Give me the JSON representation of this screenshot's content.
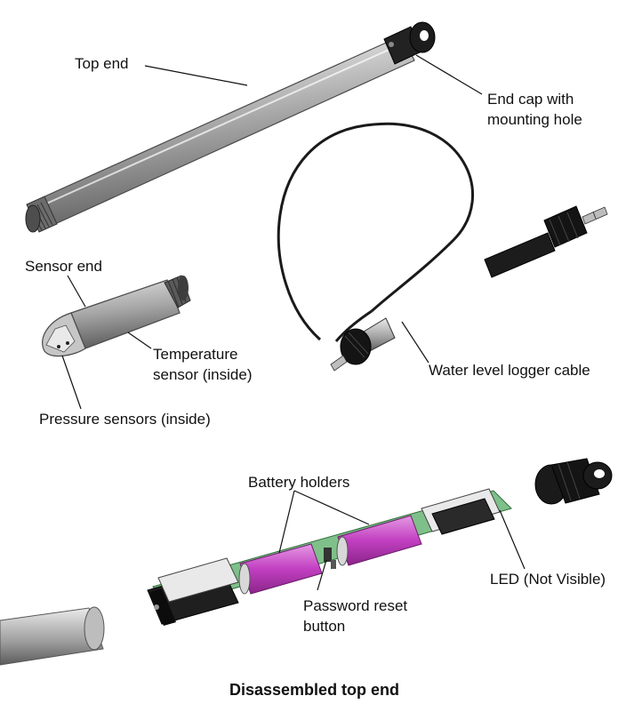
{
  "labels": {
    "top_end": "Top end",
    "end_cap_line1": "End cap with",
    "end_cap_line2": "mounting hole",
    "sensor_end": "Sensor end",
    "temperature_line1": "Temperature",
    "temperature_line2": "sensor (inside)",
    "pressure_sensors": "Pressure sensors (inside)",
    "cable": "Water level logger cable",
    "battery_holders": "Battery holders",
    "led": "LED (Not Visible)",
    "password_line1": "Password reset",
    "password_line2": "button"
  },
  "caption": "Disassembled top end",
  "colors": {
    "metal_light": "#d9d9d9",
    "metal_dark": "#6f6f6f",
    "plastic_black": "#1c1c1c",
    "battery": "#c23fc1",
    "pcb": "#7fc08a"
  }
}
